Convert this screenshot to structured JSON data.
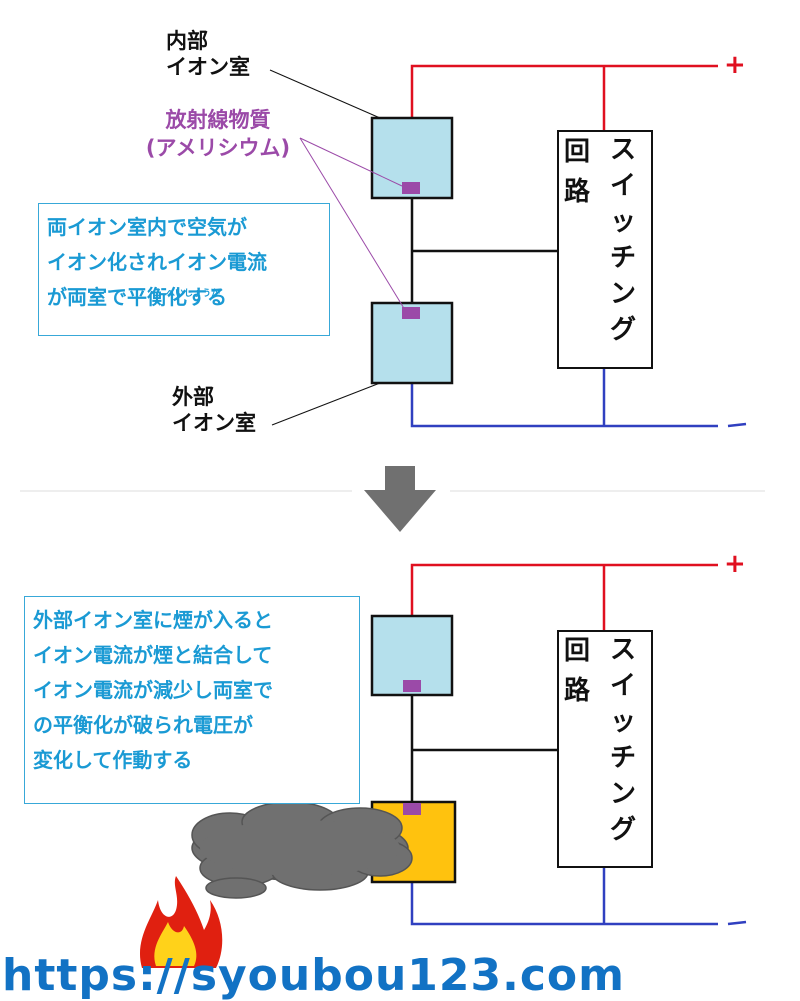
{
  "top": {
    "inner_chamber_label": [
      "内部",
      "イオン室"
    ],
    "radioactive_label": [
      "放射線物質",
      "(アメリシウム)"
    ],
    "info_lines": [
      "両イオン室内で空気が",
      "イオン化されイオン電流",
      "が両室で平衡化する"
    ],
    "ruby_text": "へいしょうか",
    "outer_chamber_label": [
      "外部",
      "イオン室"
    ],
    "circuit_label_left": [
      "回",
      "路"
    ],
    "circuit_label_right": [
      "ス",
      "イ",
      "ッ",
      "チ",
      "ン",
      "グ"
    ],
    "plus": "+",
    "minus": "-"
  },
  "bottom": {
    "info_lines": [
      "外部イオン室に煙が入ると",
      "イオン電流が煙と結合して",
      "イオン電流が減少し両室で",
      "の平衡化が破られ電圧が",
      "変化して作動する"
    ],
    "circuit_label_left": [
      "回",
      "路"
    ],
    "circuit_label_right": [
      "ス",
      "イ",
      "ッ",
      "チ",
      "ン",
      "グ"
    ],
    "plus": "+",
    "minus": "-"
  },
  "watermark": "https://syoubou123.com",
  "colors": {
    "positive_wire": "#e01020",
    "negative_wire": "#3040c0",
    "chamber_fill": "#b5e0ec",
    "chamber_smoke_fill": "#ffc20e",
    "radioactive_marker": "#9b4aa8",
    "info_text": "#1a9ad4",
    "info_border": "#38a8d8",
    "arrow": "#707070",
    "smoke": "#707070"
  }
}
